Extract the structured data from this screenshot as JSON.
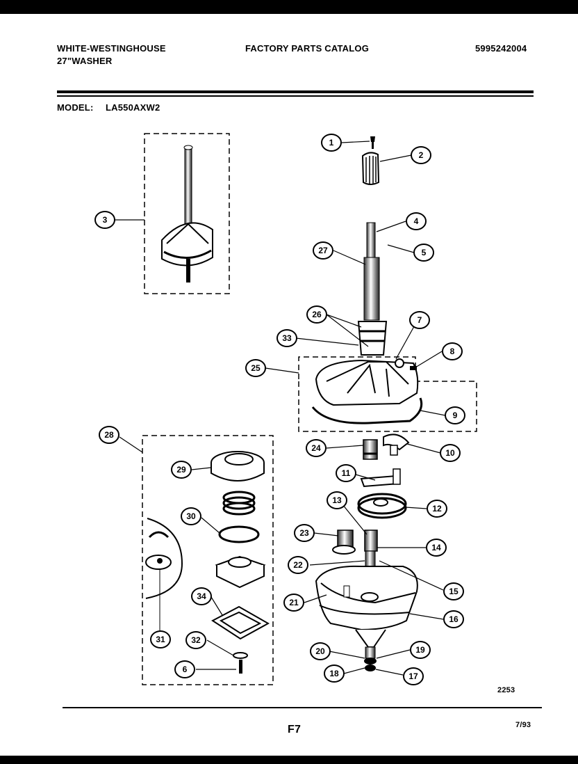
{
  "header": {
    "brand": "WHITE-WESTINGHOUSE",
    "product": "27\"WASHER",
    "catalog": "FACTORY PARTS CATALOG",
    "part_number": "5995242004",
    "model_label": "MODEL:",
    "model_value": "LA550AXW2"
  },
  "footer": {
    "diagram_code": "2253",
    "page": "F7",
    "date": "7/93"
  },
  "callouts": [
    "1",
    "2",
    "3",
    "4",
    "5",
    "27",
    "26",
    "7",
    "33",
    "8",
    "25",
    "9",
    "24",
    "10",
    "11",
    "12",
    "13",
    "23",
    "14",
    "22",
    "15",
    "21",
    "16",
    "20",
    "19",
    "18",
    "17",
    "28",
    "29",
    "30",
    "34",
    "32",
    "31",
    "6"
  ]
}
